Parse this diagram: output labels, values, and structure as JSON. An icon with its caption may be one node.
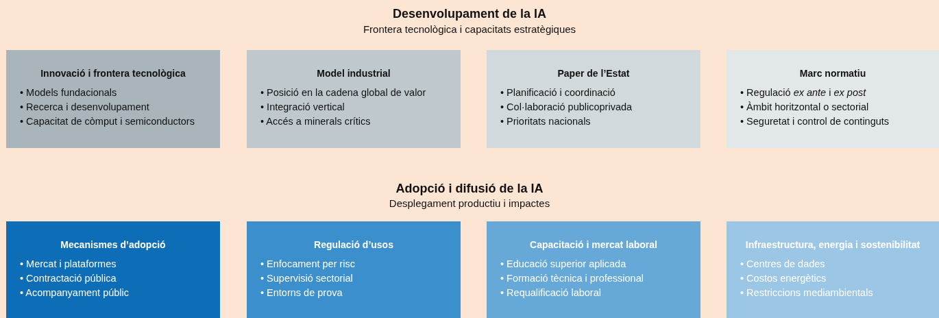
{
  "diagram": {
    "nodes": [
      {
        "text": [
          "Innovació i frontera tecnològica",
          "• Models fundacionals",
          "• Recerca i desenvolupament",
          "• Capacitat de còmput i semiconductors"
        ]
      },
      {
        "text": [
          "Model industrial",
          "• Posició en la cadena global de valor",
          "• Integració vertical",
          "• Accés a minerals crítics"
        ]
      },
      {
        "text": [
          "Paper de l’Estat",
          "• Planificació i coordinació",
          "• Col·laboració publicoprivada",
          "• Prioritats nacionals"
        ]
      },
      {
        "text": [
          "Marc normatiu",
          "• Regulació *ex ante* i *ex post*",
          "• Àmbit horitzontal o sectorial",
          "• Seguretat i control de continguts"
        ]
      },
      {
        "text": [
          "Mecanismes d’adopció",
          "• Mercat i plataformes",
          "• Contractació pública",
          "• Acompanyament públic"
        ]
      },
      {
        "text": [
          "Regulació d’usos",
          "• Enfocament per risc",
          "• Supervisió sectorial",
          "• Entorns de prova"
        ]
      },
      {
        "text": [
          "Capacitació i mercat laboral",
          "• Educació superior aplicada",
          "• Formació tècnica i professional",
          "• Requalificació laboral"
        ]
      },
      {
        "text": [
          "Infraestructura, energia i sostenibilitat",
          "• Centres de dades",
          "• Costos energètics",
          "• Restriccions mediambientals"
        ]
      }
    ],
    "edges": [],
    "labels": [
      "Desenvolupament de la IA",
      "Frontera tecnològica i capacitats estratègiques",
      "Adopció i difusió de la IA",
      "Desplegament productiu i impactes"
    ]
  }
}
